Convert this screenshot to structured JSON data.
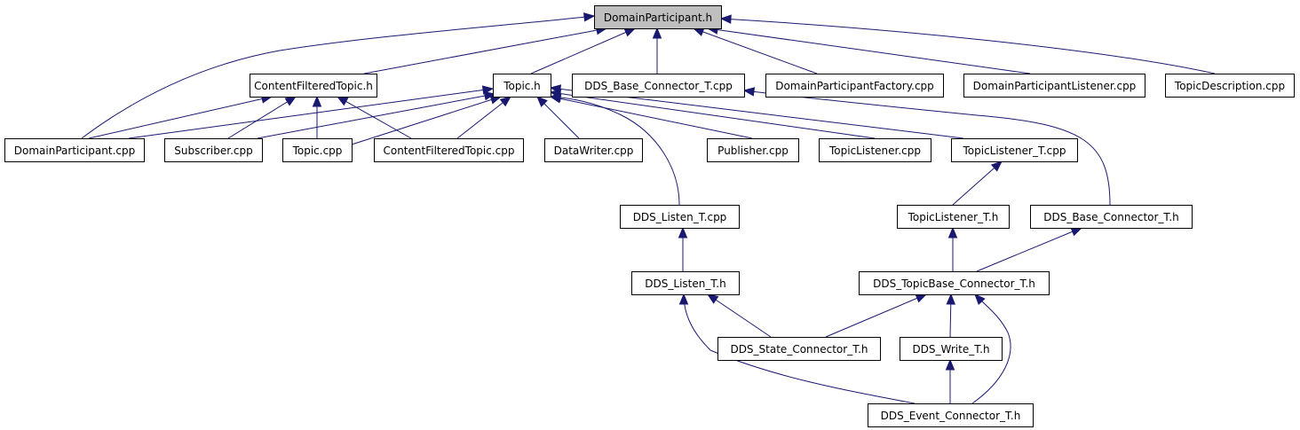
{
  "diagram": {
    "nodes": [
      {
        "id": "dp_h",
        "label": "DomainParticipant.h",
        "focus": true
      },
      {
        "id": "cft_h",
        "label": "ContentFilteredTopic.h"
      },
      {
        "id": "topic_h",
        "label": "Topic.h"
      },
      {
        "id": "dbc_cpp",
        "label": "DDS_Base_Connector_T.cpp"
      },
      {
        "id": "dpf_cpp",
        "label": "DomainParticipantFactory.cpp"
      },
      {
        "id": "dpl_cpp",
        "label": "DomainParticipantListener.cpp"
      },
      {
        "id": "td_cpp",
        "label": "TopicDescription.cpp"
      },
      {
        "id": "dp_cpp",
        "label": "DomainParticipant.cpp"
      },
      {
        "id": "sub_cpp",
        "label": "Subscriber.cpp"
      },
      {
        "id": "topic_cpp",
        "label": "Topic.cpp"
      },
      {
        "id": "cft_cpp",
        "label": "ContentFilteredTopic.cpp"
      },
      {
        "id": "dw_cpp",
        "label": "DataWriter.cpp"
      },
      {
        "id": "pub_cpp",
        "label": "Publisher.cpp"
      },
      {
        "id": "tl_cpp",
        "label": "TopicListener.cpp"
      },
      {
        "id": "tlt_cpp",
        "label": "TopicListener_T.cpp"
      },
      {
        "id": "dlt_cpp",
        "label": "DDS_Listen_T.cpp"
      },
      {
        "id": "tlt_h",
        "label": "TopicListener_T.h"
      },
      {
        "id": "dbc_h",
        "label": "DDS_Base_Connector_T.h"
      },
      {
        "id": "dlt_h",
        "label": "DDS_Listen_T.h"
      },
      {
        "id": "dtbc_h",
        "label": "DDS_TopicBase_Connector_T.h"
      },
      {
        "id": "dsc_h",
        "label": "DDS_State_Connector_T.h"
      },
      {
        "id": "dwt_h",
        "label": "DDS_Write_T.h"
      },
      {
        "id": "dec_h",
        "label": "DDS_Event_Connector_T.h"
      }
    ],
    "edges": [
      {
        "from": "dp_cpp",
        "to": "dp_h"
      },
      {
        "from": "cft_h",
        "to": "dp_h"
      },
      {
        "from": "topic_h",
        "to": "dp_h"
      },
      {
        "from": "dbc_cpp",
        "to": "dp_h"
      },
      {
        "from": "dpf_cpp",
        "to": "dp_h"
      },
      {
        "from": "dpl_cpp",
        "to": "dp_h"
      },
      {
        "from": "td_cpp",
        "to": "dp_h"
      },
      {
        "from": "dp_cpp",
        "to": "cft_h"
      },
      {
        "from": "sub_cpp",
        "to": "cft_h"
      },
      {
        "from": "topic_cpp",
        "to": "cft_h"
      },
      {
        "from": "cft_cpp",
        "to": "cft_h"
      },
      {
        "from": "dp_cpp",
        "to": "topic_h"
      },
      {
        "from": "sub_cpp",
        "to": "topic_h"
      },
      {
        "from": "topic_cpp",
        "to": "topic_h"
      },
      {
        "from": "cft_cpp",
        "to": "topic_h"
      },
      {
        "from": "dw_cpp",
        "to": "topic_h"
      },
      {
        "from": "pub_cpp",
        "to": "topic_h"
      },
      {
        "from": "tl_cpp",
        "to": "topic_h"
      },
      {
        "from": "tlt_cpp",
        "to": "topic_h"
      },
      {
        "from": "dlt_cpp",
        "to": "topic_h"
      },
      {
        "from": "dbc_h",
        "to": "dbc_cpp"
      },
      {
        "from": "tlt_h",
        "to": "tlt_cpp"
      },
      {
        "from": "dlt_h",
        "to": "dlt_cpp"
      },
      {
        "from": "dtbc_h",
        "to": "tlt_h"
      },
      {
        "from": "dtbc_h",
        "to": "dbc_h"
      },
      {
        "from": "dsc_h",
        "to": "dlt_h"
      },
      {
        "from": "dec_h",
        "to": "dlt_h"
      },
      {
        "from": "dsc_h",
        "to": "dtbc_h"
      },
      {
        "from": "dwt_h",
        "to": "dtbc_h"
      },
      {
        "from": "dec_h",
        "to": "dtbc_h"
      },
      {
        "from": "dec_h",
        "to": "dwt_h"
      }
    ],
    "colors": {
      "edge": "#191970",
      "node_border": "#000000",
      "node_fill": "#ffffff",
      "focus_fill": "#bfbfbf",
      "background": "#ffffff"
    }
  }
}
